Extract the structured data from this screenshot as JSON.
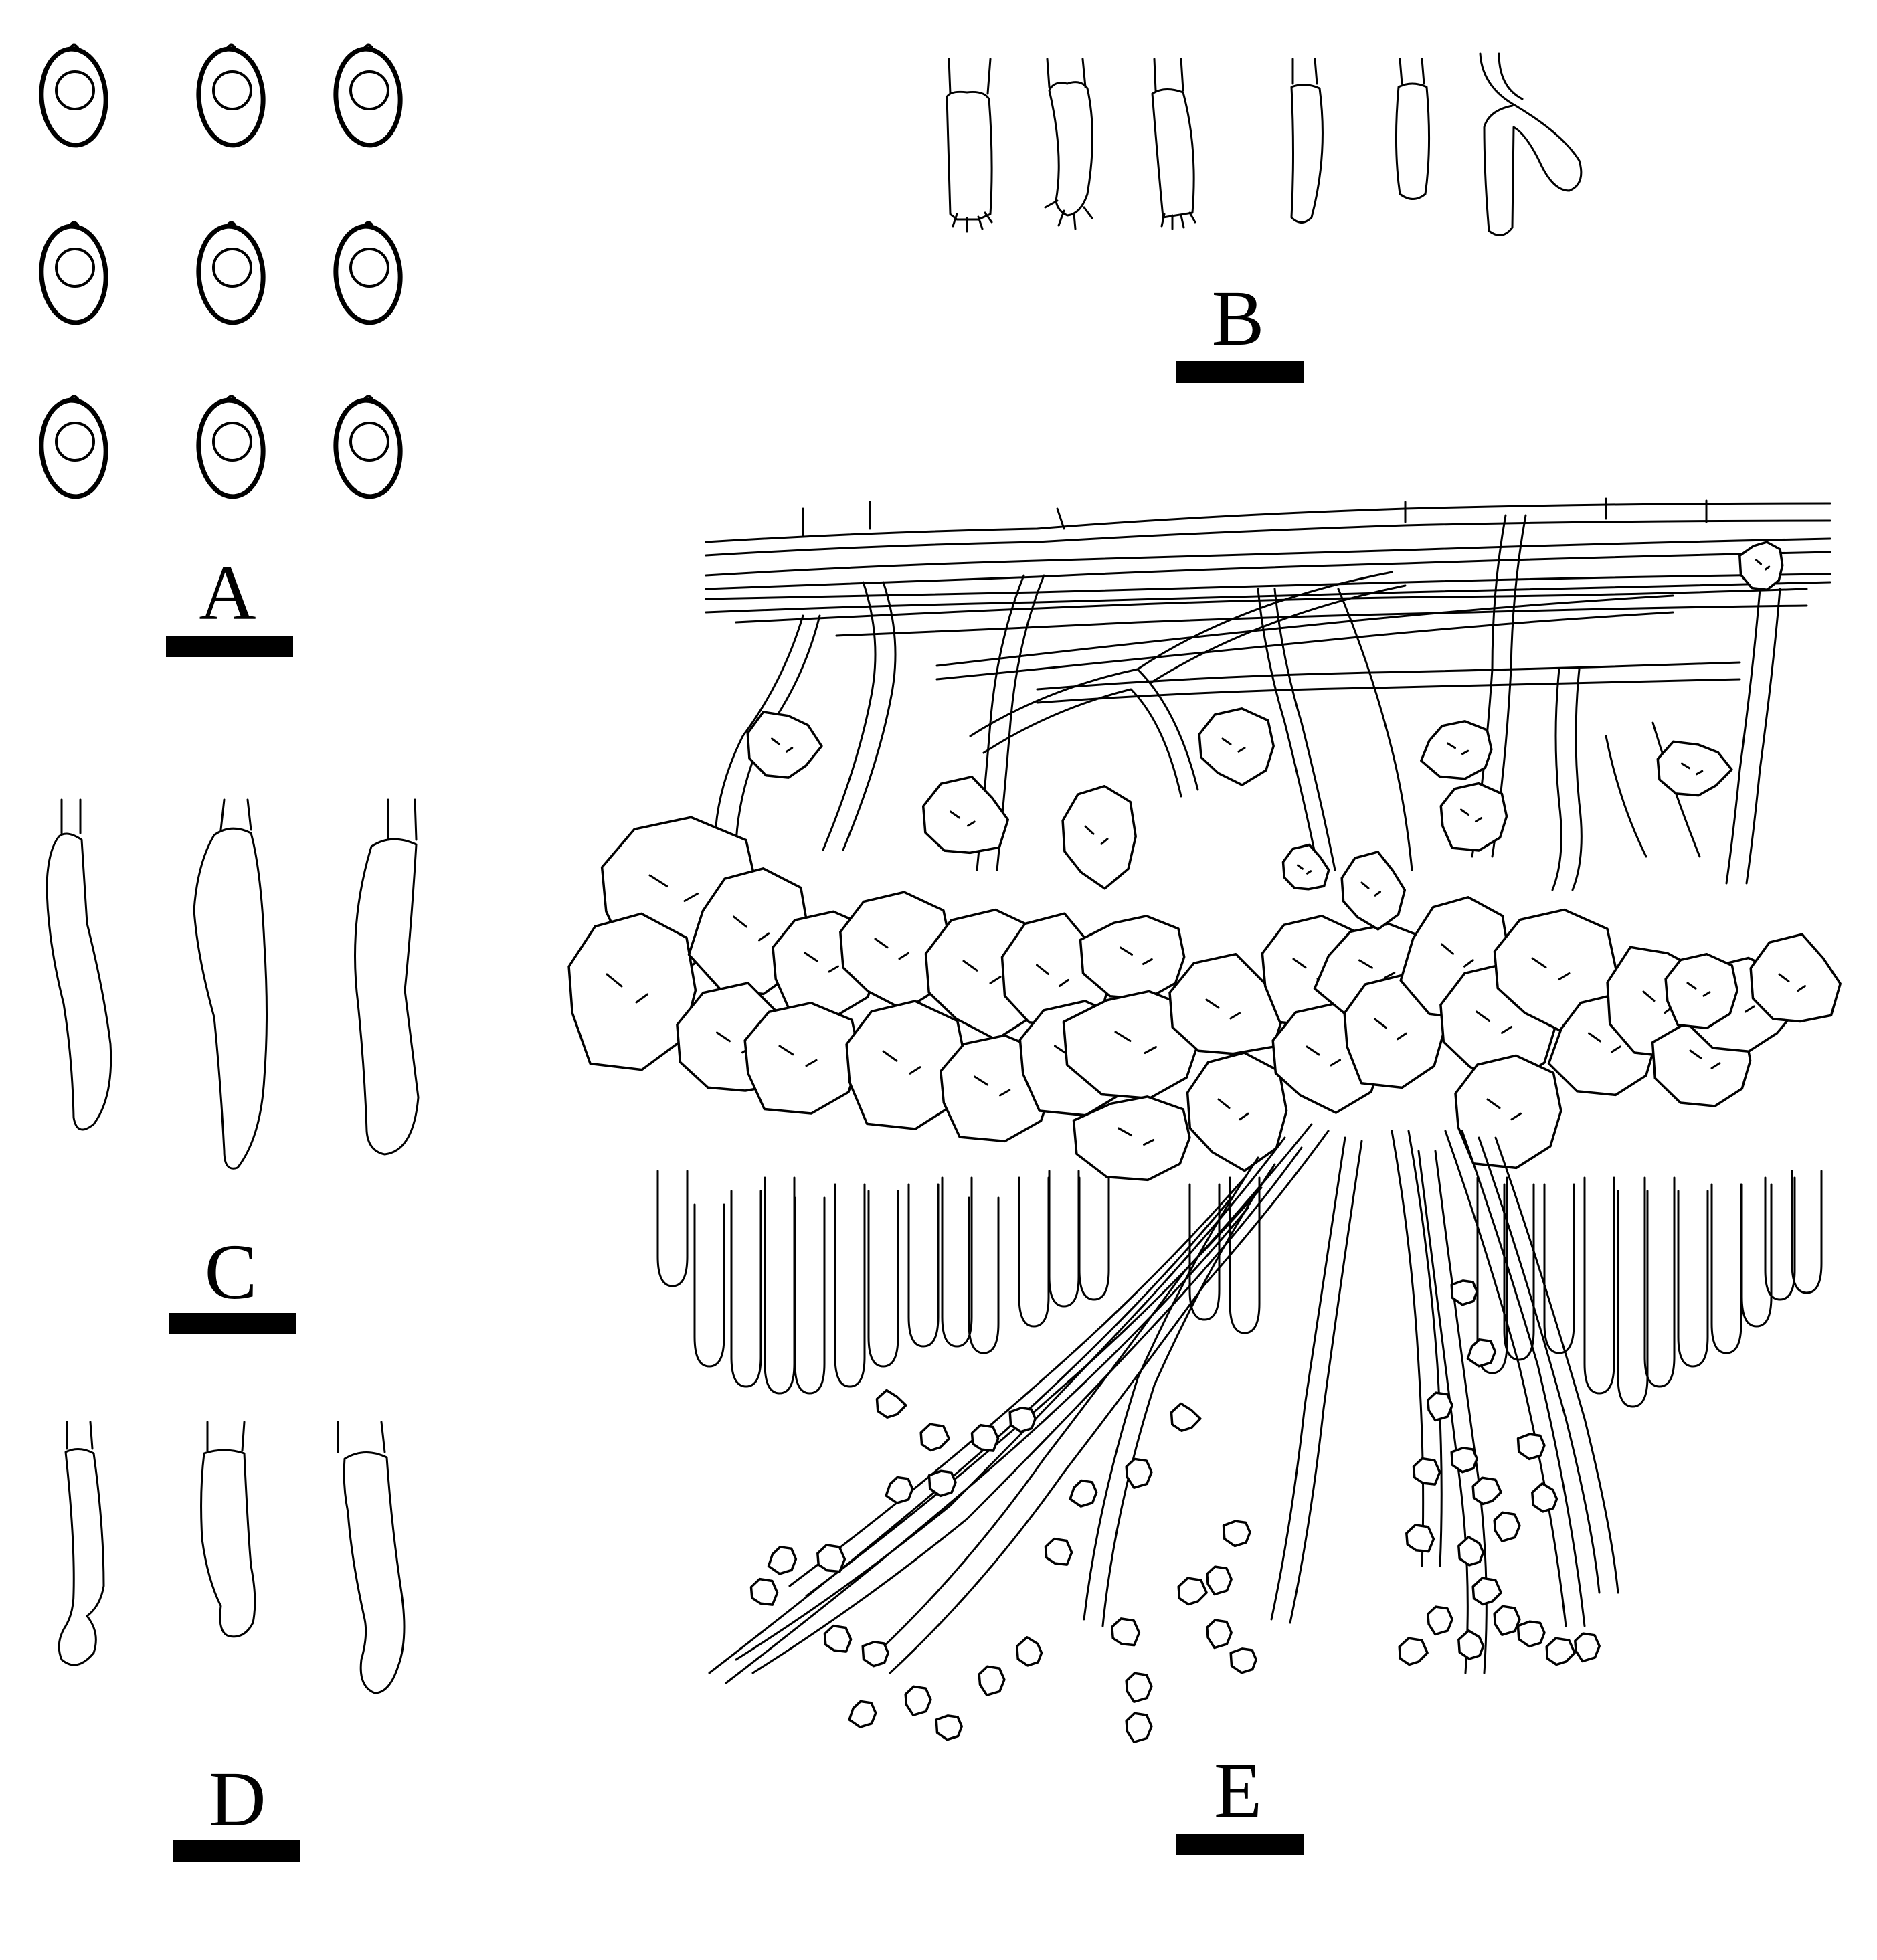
{
  "panels": [
    {
      "id": "A",
      "label": "A"
    },
    {
      "id": "B",
      "label": "B"
    },
    {
      "id": "C",
      "label": "C"
    },
    {
      "id": "D",
      "label": "D"
    },
    {
      "id": "E",
      "label": "E"
    }
  ],
  "colors": {
    "ink": "#000000",
    "background": "#ffffff"
  }
}
